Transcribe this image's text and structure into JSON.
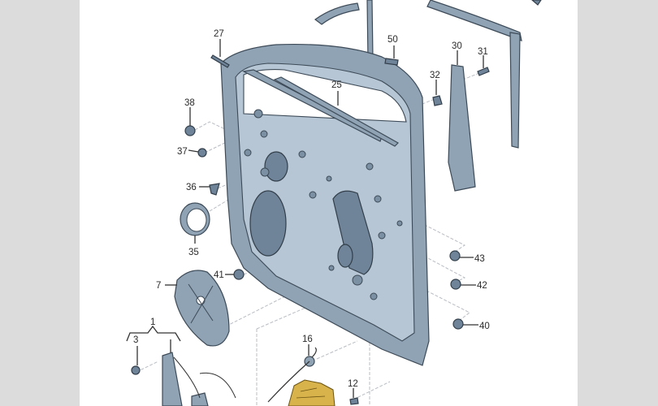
{
  "diagram": {
    "type": "exploded-parts-diagram",
    "subject": "front door panel assembly",
    "colors": {
      "viewer_background": "#dcdcdc",
      "canvas_background": "#ffffff",
      "part_fill": "#8fa3b5",
      "part_outline": "#3d4a57",
      "lock_fill": "#d8b24a",
      "callout_text": "#2b2b2b"
    },
    "callouts": {
      "c1": "1",
      "c3": "3",
      "c7": "7",
      "c12": "12",
      "c16": "16",
      "c25": "25",
      "c27": "27",
      "c30": "30",
      "c31": "31",
      "c32": "32",
      "c35": "35",
      "c36": "36",
      "c37": "37",
      "c38": "38",
      "c40": "40",
      "c41": "41",
      "c42": "42",
      "c43": "43",
      "c50": "50"
    }
  }
}
